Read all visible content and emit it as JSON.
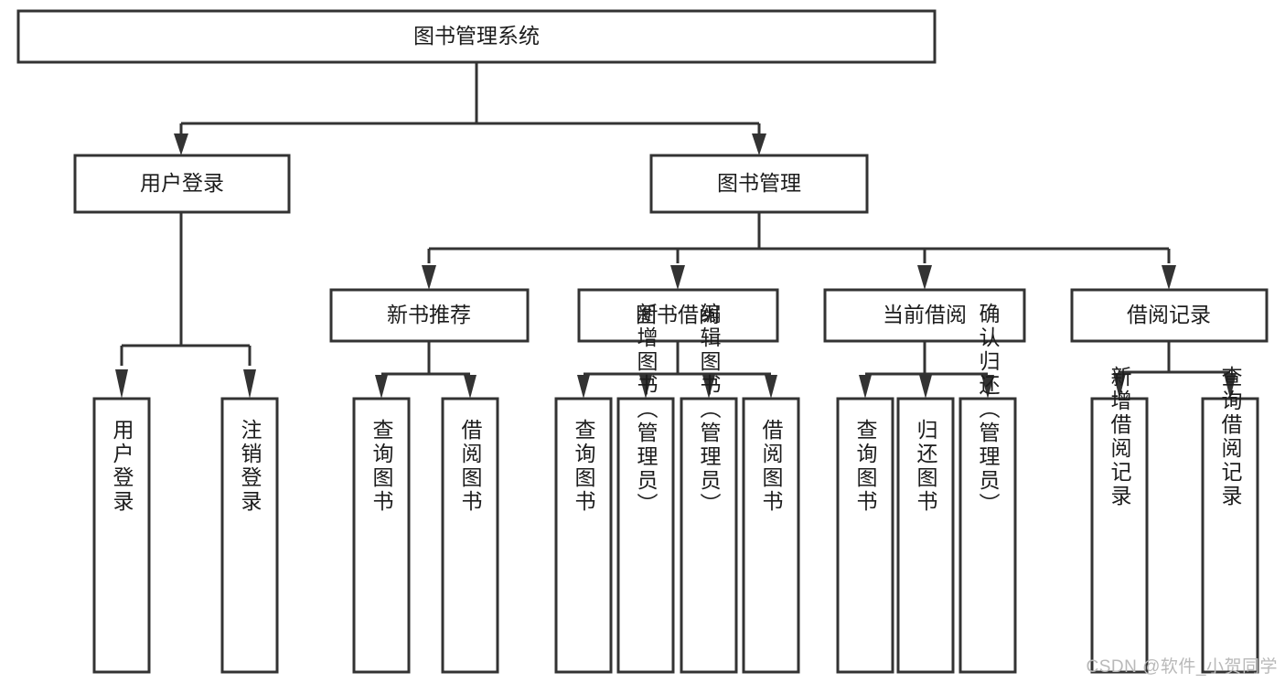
{
  "diagram": {
    "title": "图书管理系统",
    "type": "tree-hierarchy",
    "root": {
      "id": "root",
      "label": "图书管理系统"
    },
    "level2": [
      {
        "id": "user-login",
        "label": "用户登录"
      },
      {
        "id": "book-management",
        "label": "图书管理"
      }
    ],
    "level3": [
      {
        "id": "new-book-recommend",
        "label": "新书推荐",
        "parent": "book-management"
      },
      {
        "id": "book-borrow",
        "label": "图书借阅",
        "parent": "book-management"
      },
      {
        "id": "current-borrow",
        "label": "当前借阅",
        "parent": "book-management"
      },
      {
        "id": "borrow-record",
        "label": "借阅记录",
        "parent": "book-management"
      }
    ],
    "leaves": {
      "user-login": [
        {
          "id": "leaf-user-login",
          "label": "用户登录"
        },
        {
          "id": "leaf-user-logout",
          "label": "注销登录"
        }
      ],
      "new-book-recommend": [
        {
          "id": "leaf-query-book-1",
          "label": "查询图书"
        },
        {
          "id": "leaf-borrow-book-1",
          "label": "借阅图书"
        }
      ],
      "book-borrow": [
        {
          "id": "leaf-query-book-2",
          "label": "查询图书"
        },
        {
          "id": "leaf-add-book",
          "label": "新增图书（管理员）"
        },
        {
          "id": "leaf-edit-book",
          "label": "编辑图书（管理员）"
        },
        {
          "id": "leaf-borrow-book-2",
          "label": "借阅图书"
        }
      ],
      "current-borrow": [
        {
          "id": "leaf-query-book-3",
          "label": "查询图书"
        },
        {
          "id": "leaf-return-book",
          "label": "归还图书"
        },
        {
          "id": "leaf-confirm-return",
          "label": "确认归还（管理员）"
        }
      ],
      "borrow-record": [
        {
          "id": "leaf-add-record",
          "label": "新增借阅记录"
        },
        {
          "id": "leaf-query-record",
          "label": "查询借阅记录"
        }
      ]
    }
  },
  "watermark": {
    "text": "CSDN @软件_小贺同学"
  },
  "colors": {
    "stroke": "#333333",
    "fill": "#ffffff",
    "text": "#1c1c1c",
    "watermark": "#b9b9b9",
    "background": "#ffffff"
  }
}
